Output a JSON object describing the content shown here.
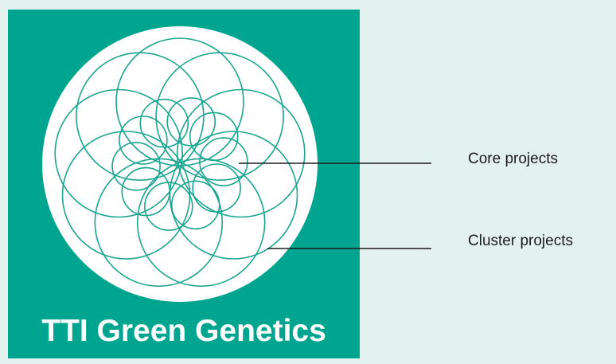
{
  "logo": {
    "title": "TTI Green Genetics",
    "background_color": "#00a590",
    "circle_color": "#ffffff",
    "stroke_color": "#1aa58f",
    "motif": "rosette-of-overlapping-circles"
  },
  "callouts": [
    {
      "label": "Core projects",
      "line_color": "#1a1a1a"
    },
    {
      "label": "Cluster projects",
      "line_color": "#1a1a1a"
    }
  ]
}
